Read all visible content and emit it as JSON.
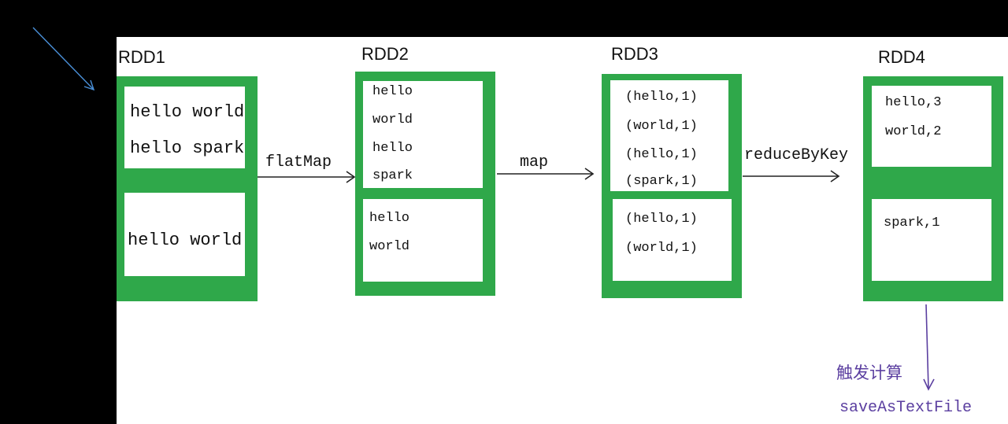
{
  "rdds": [
    {
      "title": "RDD1",
      "partitions": [
        [
          "hello world",
          "hello spark"
        ],
        [
          "hello world"
        ]
      ]
    },
    {
      "title": "RDD2",
      "partitions": [
        [
          "hello",
          "world",
          "hello",
          "spark"
        ],
        [
          "hello",
          "world"
        ]
      ]
    },
    {
      "title": "RDD3",
      "partitions": [
        [
          "(hello,1)",
          "(world,1)",
          "(hello,1)",
          "(spark,1)"
        ],
        [
          "(hello,1)",
          "(world,1)"
        ]
      ]
    },
    {
      "title": "RDD4",
      "partitions": [
        [
          "hello,3",
          "world,2"
        ],
        [
          "spark,1"
        ]
      ]
    }
  ],
  "operations": {
    "op1": "flatMap",
    "op2": "map",
    "op3": "reduceByKey"
  },
  "action": {
    "trigger": "触发计算",
    "call": "saveAsTextFile"
  },
  "colors": {
    "partition_border": "#2fa84a",
    "pointer_arrow": "#4a90d9",
    "action_color": "#5b3fa0"
  }
}
